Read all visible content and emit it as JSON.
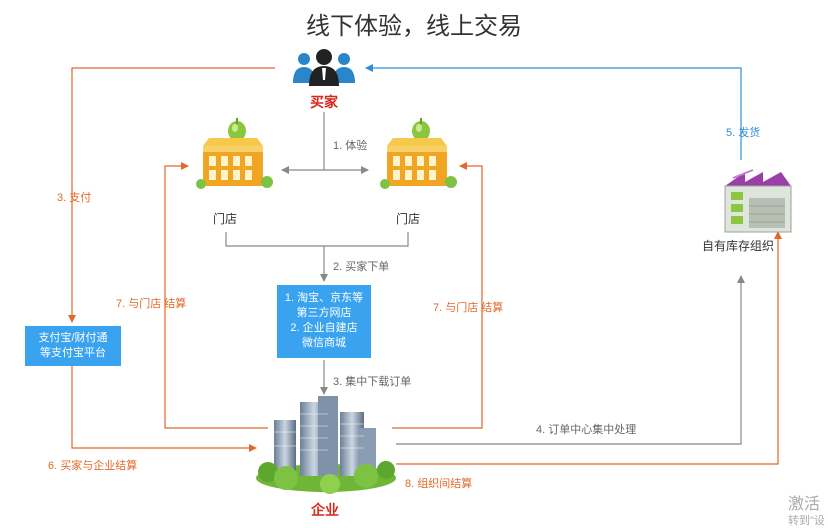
{
  "title": "线下体验，线上交易",
  "nodes": {
    "buyer": "买家",
    "store_left": "门店",
    "store_right": "门店",
    "warehouse": "自有库存组织",
    "enterprise": "企业"
  },
  "third_party_box": {
    "line1": "1. 淘宝、京东等",
    "line2": "第三方网店",
    "line3": "2. 企业自建店",
    "line4": "微信商城"
  },
  "payment_box": {
    "line1": "支付宝/财付通",
    "line2": "等支付宝平台"
  },
  "steps": {
    "s1": "1. 体验",
    "s2": "2. 买家下单",
    "s3": "3. 集中下载订单",
    "s3_pay": "3.   支付",
    "s4": "4. 订单中心集中处理",
    "s5": "5.   发货",
    "s6": "6. 买家与企业结算",
    "s7_left": "7. 与门店  结算",
    "s7_right": "7. 与门店   结算",
    "s8": "8. 组织间结算"
  },
  "watermark": {
    "line1": "激活",
    "line2": "转到\"设"
  },
  "colors": {
    "orange": "#e0692a",
    "blue": "#2e8fd8",
    "gray": "#888888",
    "box": "#3aa3f0",
    "red": "#d9261c"
  }
}
